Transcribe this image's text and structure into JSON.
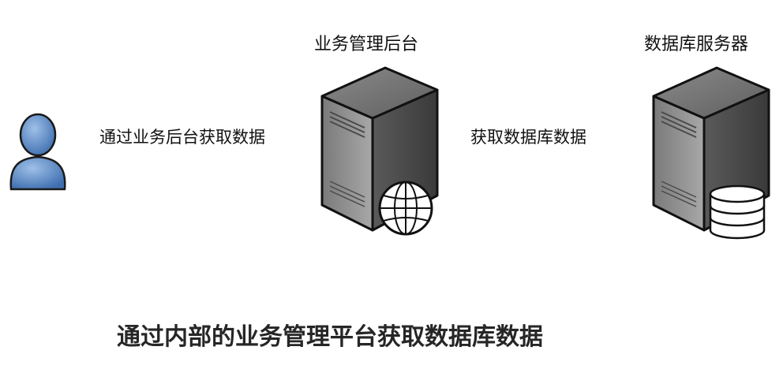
{
  "nodes": {
    "user": {
      "icon": "user-icon"
    },
    "backend": {
      "title": "业务管理后台",
      "icon": "web-server-icon"
    },
    "database": {
      "title": "数据库服务器",
      "icon": "database-server-icon"
    }
  },
  "edges": {
    "user_to_backend": "通过业务后台获取数据",
    "backend_to_database": "获取数据库数据"
  },
  "caption": "通过内部的业务管理平台获取数据库数据"
}
